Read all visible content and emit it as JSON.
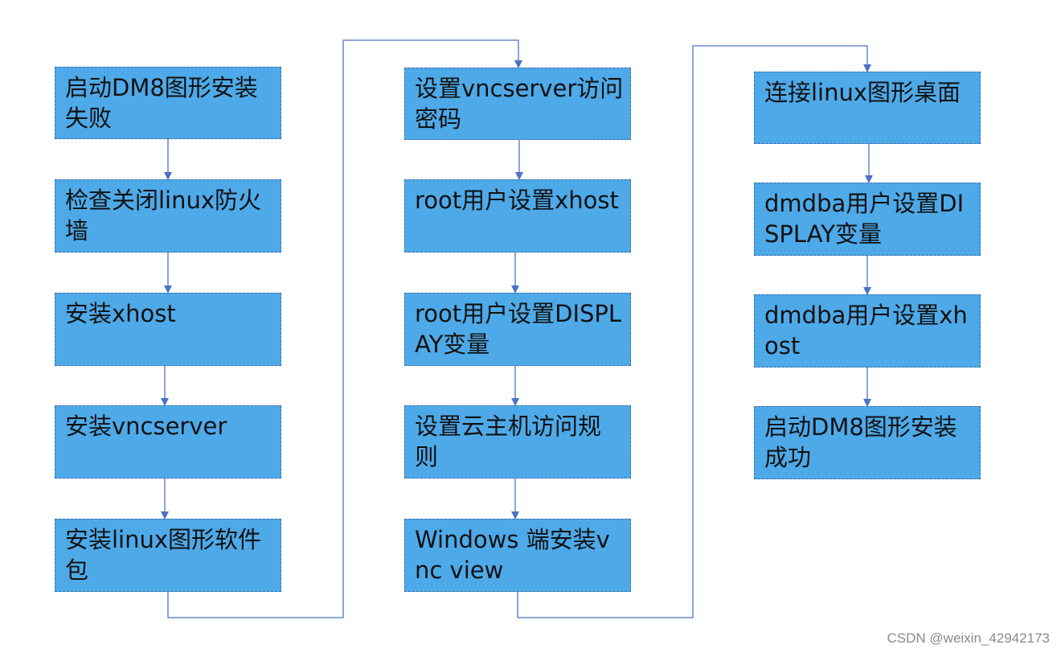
{
  "steps": [
    {
      "id": "s1",
      "label": "启动DM8图形安装失败"
    },
    {
      "id": "s2",
      "label": "检查关闭linux防火墙"
    },
    {
      "id": "s3",
      "label": "安装xhost"
    },
    {
      "id": "s4",
      "label": "安装vncserver"
    },
    {
      "id": "s5",
      "label": "安装linux图形软件包"
    },
    {
      "id": "s6",
      "label": "设置vncserver访问密码"
    },
    {
      "id": "s7",
      "label": "root用户设置xhost"
    },
    {
      "id": "s8",
      "label": "root用户设置DISPLAY变量"
    },
    {
      "id": "s9",
      "label": "设置云主机访问规则"
    },
    {
      "id": "s10",
      "label": "Windows 端安装vnc view"
    },
    {
      "id": "s11",
      "label": "连接linux图形桌面"
    },
    {
      "id": "s12",
      "label": "dmdba用户设置DISPLAY变量"
    },
    {
      "id": "s13",
      "label": "dmdba用户设置xhost"
    },
    {
      "id": "s14",
      "label": "启动DM8图形安装成功"
    }
  ],
  "edges": [
    [
      "s1",
      "s2"
    ],
    [
      "s2",
      "s3"
    ],
    [
      "s3",
      "s4"
    ],
    [
      "s4",
      "s5"
    ],
    [
      "s5",
      "s6"
    ],
    [
      "s6",
      "s7"
    ],
    [
      "s7",
      "s8"
    ],
    [
      "s8",
      "s9"
    ],
    [
      "s9",
      "s10"
    ],
    [
      "s10",
      "s11"
    ],
    [
      "s11",
      "s12"
    ],
    [
      "s12",
      "s13"
    ],
    [
      "s13",
      "s14"
    ]
  ],
  "colors": {
    "box_fill": "#4ea9e8",
    "box_border": "#3a6ea8",
    "connector": "#4a72c4"
  },
  "watermark": "CSDN @weixin_42942173"
}
